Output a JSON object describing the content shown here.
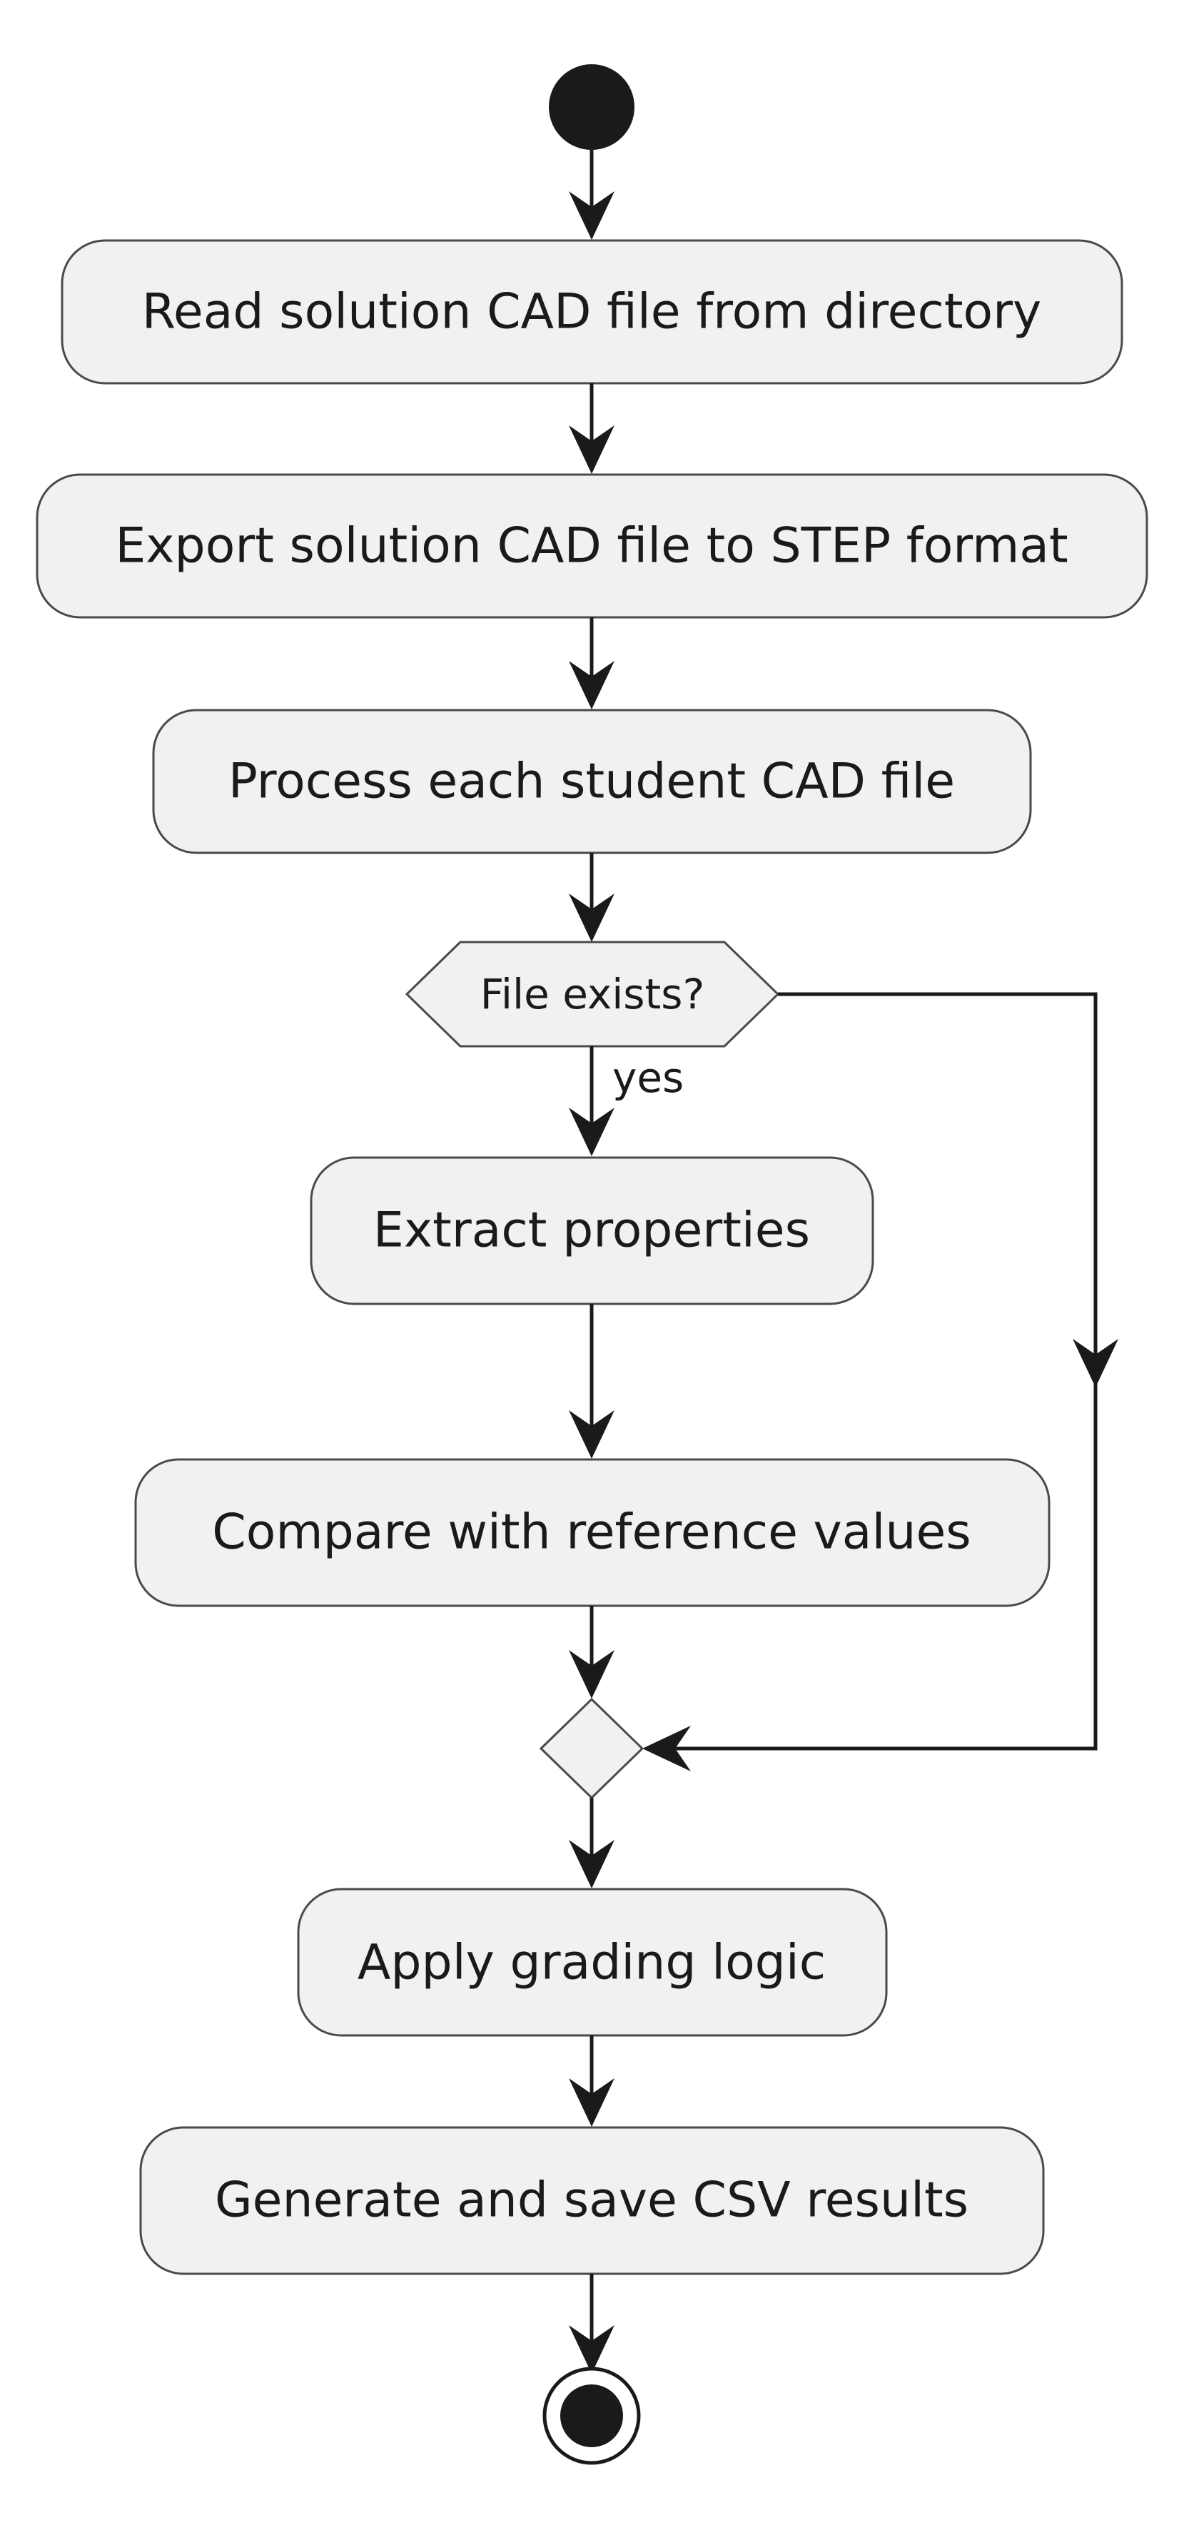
{
  "activities": {
    "read": "Read solution CAD file from directory",
    "export": "Export solution CAD file to STEP format",
    "process": "Process each student CAD file",
    "extract": "Extract properties",
    "compare": "Compare with reference values",
    "grade": "Apply grading logic",
    "generate": "Generate and save CSV results"
  },
  "decision": {
    "question": "File exists?",
    "yes_label": "yes"
  },
  "colors": {
    "node_fill": "#f1f1f1",
    "node_stroke": "#4a4a4a",
    "line": "#1a1a1a"
  }
}
